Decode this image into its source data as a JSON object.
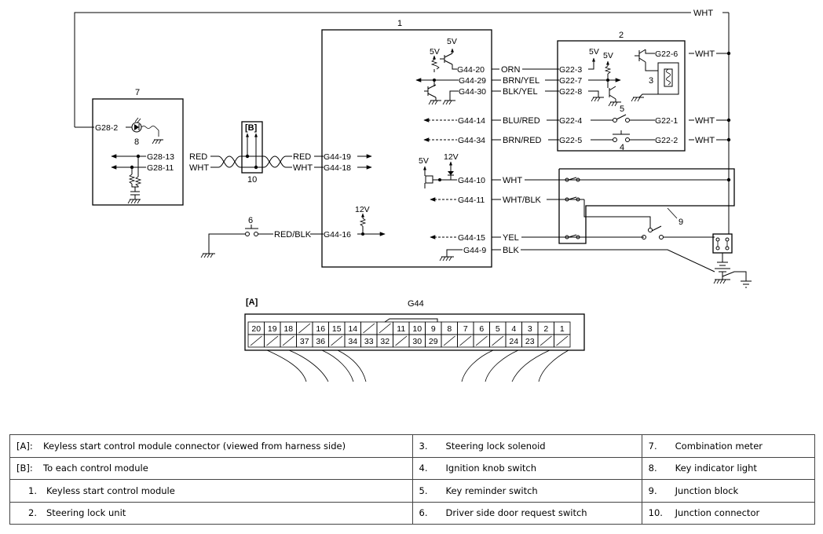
{
  "diagram": {
    "component_numbers": [
      "1",
      "2",
      "3",
      "4",
      "5",
      "6",
      "7",
      "8",
      "9",
      "10"
    ],
    "bracket_b": "[B]",
    "bracket_a": "[A]",
    "connector_title": "G44",
    "voltages": {
      "v5": "5V",
      "v12": "12V"
    },
    "top_wht": "WHT",
    "meter_pins": {
      "g28_2": "G28-2",
      "g28_13": "G28-13",
      "g28_11": "G28-11"
    },
    "module_pins": {
      "g44_19": "G44-19",
      "g44_18": "G44-18",
      "g44_16": "G44-16",
      "g44_20": "G44-20",
      "g44_29": "G44-29",
      "g44_30": "G44-30",
      "g44_14": "G44-14",
      "g44_34": "G44-34",
      "g44_10": "G44-10",
      "g44_11": "G44-11",
      "g44_15": "G44-15",
      "g44_9": "G44-9"
    },
    "lock_pins": {
      "g22_3": "G22-3",
      "g22_7": "G22-7",
      "g22_8": "G22-8",
      "g22_4": "G22-4",
      "g22_5": "G22-5",
      "g22_6": "G22-6",
      "g22_1": "G22-1",
      "g22_2": "G22-2"
    },
    "wire_colors": {
      "red": "RED",
      "wht": "WHT",
      "red_blk": "RED/BLK",
      "orn": "ORN",
      "brn_yel": "BRN/YEL",
      "blk_yel": "BLK/YEL",
      "blu_red": "BLU/RED",
      "brn_red": "BRN/RED",
      "wht_blk": "WHT/BLK",
      "yel": "YEL",
      "blk": "BLK"
    },
    "connector_top_row": [
      "20",
      "19",
      "18",
      "",
      "16",
      "15",
      "14",
      "",
      "",
      "11",
      "10",
      "9",
      "8",
      "7",
      "6",
      "5",
      "4",
      "3",
      "2",
      "1"
    ],
    "connector_bottom_row": [
      "",
      "",
      "",
      "37",
      "36",
      "",
      "34",
      "33",
      "32",
      "",
      "30",
      "29",
      "",
      "",
      "",
      "",
      "24",
      "23",
      "",
      ""
    ]
  },
  "legend": [
    [
      {
        "key": "[A]:",
        "text": "Keyless start control module connector (viewed from harness side)"
      },
      {
        "key": "3.",
        "text": "Steering lock solenoid"
      },
      {
        "key": "7.",
        "text": "Combination meter"
      }
    ],
    [
      {
        "key": "[B]:",
        "text": "To each control module"
      },
      {
        "key": "4.",
        "text": "Ignition knob switch"
      },
      {
        "key": "8.",
        "text": "Key indicator light"
      }
    ],
    [
      {
        "key": "1.",
        "text": "Keyless start control module"
      },
      {
        "key": "5.",
        "text": "Key reminder switch"
      },
      {
        "key": "9.",
        "text": "Junction block"
      }
    ],
    [
      {
        "key": "2.",
        "text": "Steering lock unit"
      },
      {
        "key": "6.",
        "text": "Driver side door request switch"
      },
      {
        "key": "10.",
        "text": "Junction connector"
      }
    ]
  ]
}
